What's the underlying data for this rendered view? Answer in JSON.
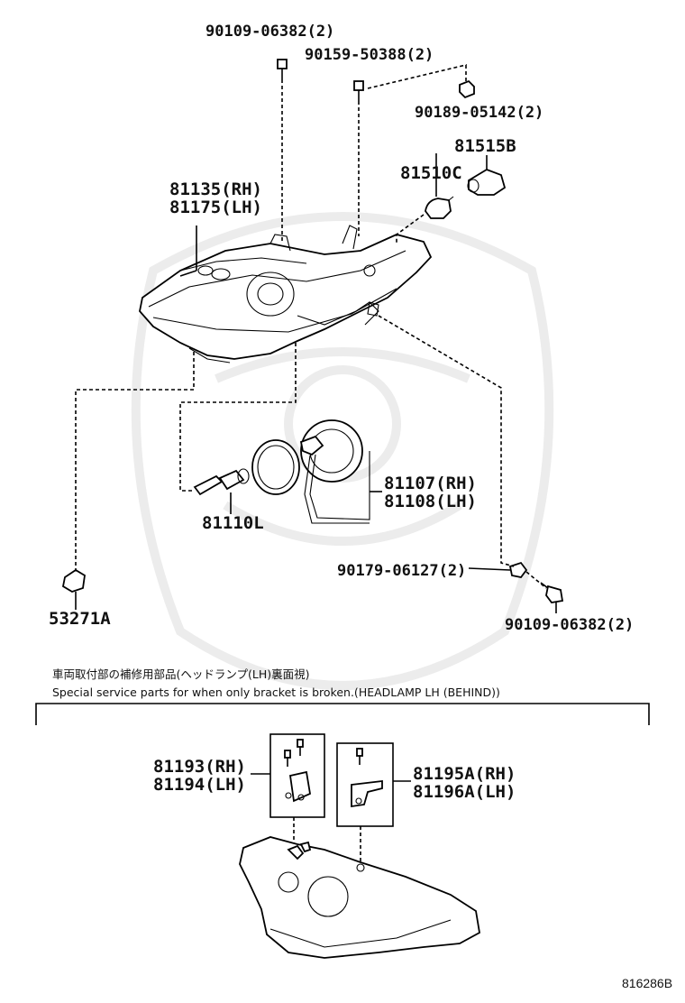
{
  "parts": {
    "p90109_top": "90109-06382(2)",
    "p90159": "90159-50388(2)",
    "p90189": "90189-05142(2)",
    "p81515B": "81515B",
    "p81510C": "81510C",
    "p81135": "81135(RH)",
    "p81175": "81175(LH)",
    "p81107": "81107(RH)",
    "p81108": "81108(LH)",
    "p81110L": "81110L",
    "p90179": "90179-06127(2)",
    "p53271A": "53271A",
    "p90109_bot": "90109-06382(2)",
    "p81193": "81193(RH)",
    "p81194": "81194(LH)",
    "p81195A": "81195A(RH)",
    "p81196A": "81196A(LH)"
  },
  "notes": {
    "japanese": "車両取付部の補修用部品(ヘッドランプ(LH)裏面視)",
    "english": "Special service parts for when only bracket is broken.(HEADLAMP LH (BEHIND))"
  },
  "figure_id": "816286B"
}
